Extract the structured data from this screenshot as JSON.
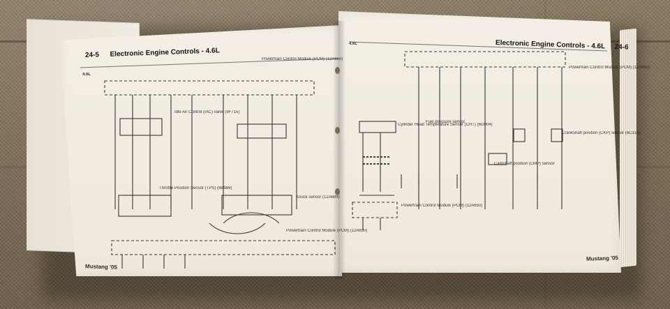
{
  "scene": {
    "background": "fabric couch",
    "accent_colors": {
      "couch": "#7d6c55",
      "paper": "#f0eadf",
      "ink": "#111111"
    }
  },
  "book": {
    "left_page": {
      "page_label": "24-5",
      "header": "Electronic Engine Controls - 4.6L",
      "section": "4.6L",
      "footer": "Mustang '05",
      "labels": [
        "Powertrain Control Module (PCM) (12A650)",
        "Throttle Position Sensor (TPS) (9B989)",
        "Knock sensor (12A699)",
        "Idle Air Control (IAC) valve (9F715)",
        "Powertrain Control Module (PCM) (12A650)"
      ]
    },
    "right_page": {
      "page_label": "24-6",
      "header": "Electronic Engine Controls - 4.6L",
      "section": "4.6L",
      "footer": "Mustang '05",
      "labels": [
        "Powertrain Control Module (PCM) (12A650)",
        "Cylinder Head Temperature Sensor (CHT) (6G004)",
        "Fuel pressure sensor",
        "Camshaft position (CMP) sensor",
        "Crankshaft position (CKP) sensor (6C315)",
        "Powertrain Control Module (PCM) (12A650)"
      ]
    }
  }
}
